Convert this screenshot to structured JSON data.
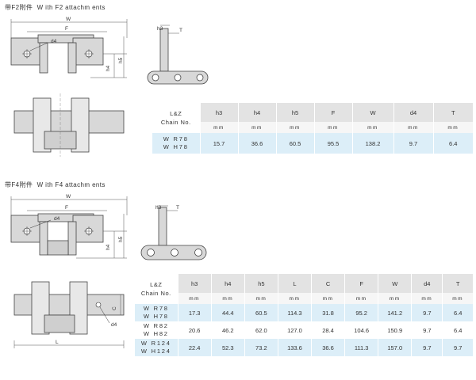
{
  "section_f2": {
    "title": "带F2附件  W ith F2 attachm ents",
    "drawing_labels": {
      "W": "W",
      "F": "F",
      "d4": "d4",
      "h4": "h4",
      "h5": "h5",
      "h3": "h3",
      "T": "T"
    },
    "table": {
      "corner": [
        "L&Z",
        "Chain No."
      ],
      "headers": [
        "h3",
        "h4",
        "h5",
        "F",
        "W",
        "d4",
        "T"
      ],
      "units": [
        "mm",
        "mm",
        "mm",
        "mm",
        "mm",
        "mm",
        "mm"
      ],
      "rows": [
        {
          "models": [
            "W R78",
            "W H78"
          ],
          "values": [
            "15.7",
            "36.6",
            "60.5",
            "95.5",
            "138.2",
            "9.7",
            "6.4"
          ]
        }
      ]
    }
  },
  "section_f4": {
    "title": "带F4附件  W ith F4 attachm ents",
    "drawing_labels": {
      "W": "W",
      "F": "F",
      "d4": "d4",
      "h4": "h4",
      "h5": "h5",
      "h3": "h3",
      "T": "T",
      "C": "C",
      "L": "L",
      "d4b": "d4"
    },
    "table": {
      "corner": [
        "L&Z",
        "Chain No."
      ],
      "headers": [
        "h3",
        "h4",
        "h5",
        "L",
        "C",
        "F",
        "W",
        "d4",
        "T"
      ],
      "units": [
        "mm",
        "mm",
        "mm",
        "mm",
        "mm",
        "mm",
        "mm",
        "mm",
        "mm"
      ],
      "rows": [
        {
          "models": [
            "W R78",
            "W H78"
          ],
          "values": [
            "17.3",
            "44.4",
            "60.5",
            "114.3",
            "31.8",
            "95.2",
            "141.2",
            "9.7",
            "6.4"
          ]
        },
        {
          "models": [
            "W R82",
            "W H82"
          ],
          "values": [
            "20.6",
            "46.2",
            "62.0",
            "127.0",
            "28.4",
            "104.6",
            "150.9",
            "9.7",
            "6.4"
          ]
        },
        {
          "models": [
            "W R124",
            "W H124"
          ],
          "values": [
            "22.4",
            "52.3",
            "73.2",
            "133.6",
            "36.6",
            "111.3",
            "157.0",
            "9.7",
            "9.7"
          ]
        }
      ]
    }
  }
}
